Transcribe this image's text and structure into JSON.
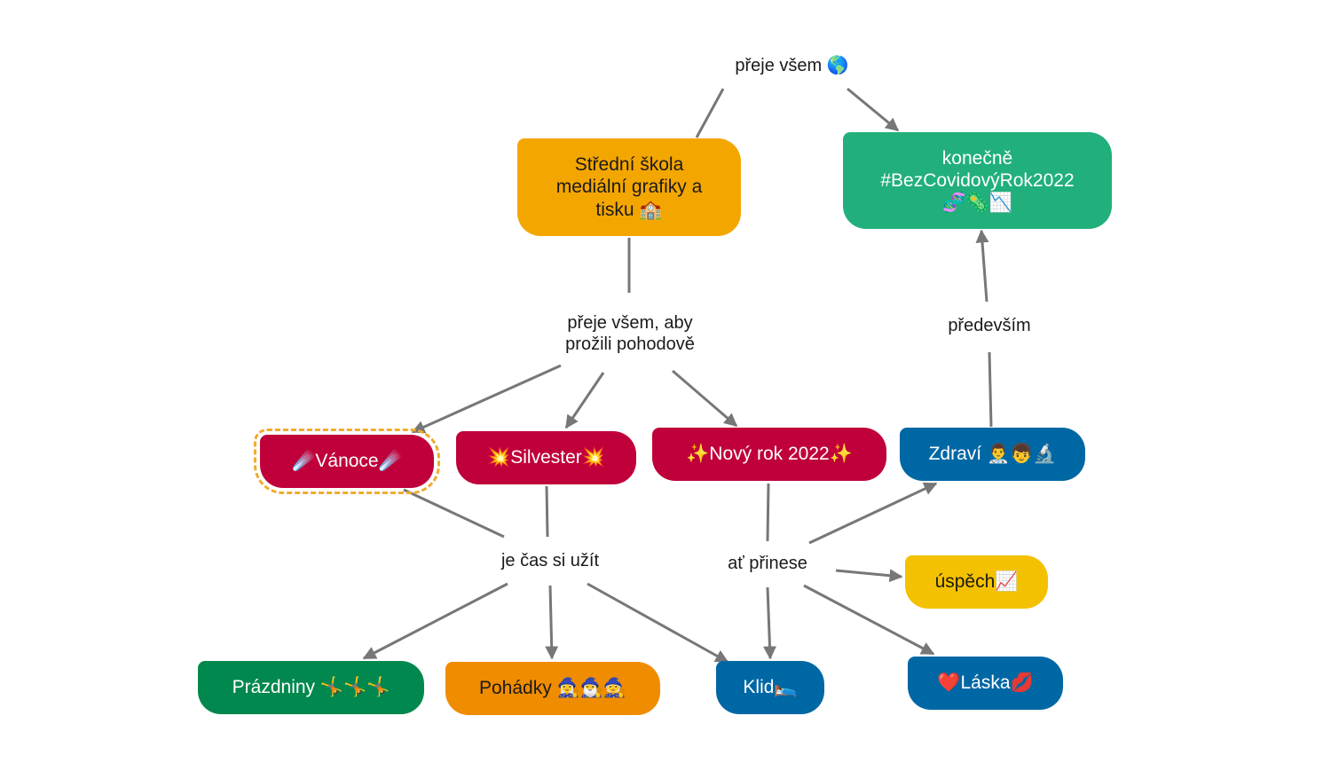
{
  "colors": {
    "orange": "#f4a600",
    "green": "#21b07b",
    "red": "#c0003a",
    "blue": "#0067a5",
    "yellow": "#f4c100",
    "dark_green": "#00884e",
    "orange_dark": "#f08c00",
    "edge": "#777777",
    "selection": "#f0ac2e"
  },
  "nodes": {
    "school": "Střední škola mediální grafiky a tisku 🏫",
    "covid_free": "konečně #BezCovidovýRok2022 🧬🦠📉",
    "christmas": "☄️Vánoce☄️",
    "silvester": "💥Silvester💥",
    "new_year": "✨Nový rok 2022✨",
    "health": "Zdraví 👨‍⚕️👦🔬",
    "success": "úspěch📈",
    "holidays": "Prázdniny 🤸🤸🤸",
    "fairy_tales": "Pohádky 🧙‍♀️🧙‍♂️🧙",
    "calm": "Klid🛌",
    "love": "❤️Láska💋"
  },
  "links": {
    "wishes_all": "přeje všem 🌎",
    "wishes_enjoy": "přeje všem, aby prožili pohodově",
    "time_to_enjoy": "je čas si užít",
    "may_bring": "ať přinese",
    "above_all": "především"
  }
}
